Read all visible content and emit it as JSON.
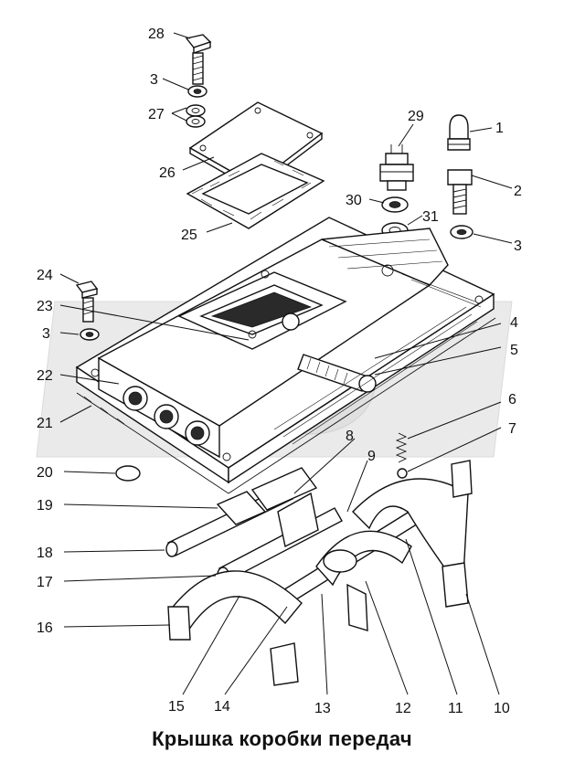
{
  "caption": "Крышка коробки передач",
  "callouts": {
    "n1": "1",
    "n2": "2",
    "n3a": "3",
    "n3b": "3",
    "n3c": "3",
    "n4": "4",
    "n5": "5",
    "n6": "6",
    "n7": "7",
    "n8": "8",
    "n9": "9",
    "n10": "10",
    "n11": "11",
    "n12": "12",
    "n13": "13",
    "n14": "14",
    "n15": "15",
    "n16": "16",
    "n17": "17",
    "n18": "18",
    "n19": "19",
    "n20": "20",
    "n21": "21",
    "n22": "22",
    "n23": "23",
    "n24": "24",
    "n25": "25",
    "n26": "26",
    "n27": "27",
    "n28": "28",
    "n29": "29",
    "n30": "30",
    "n31": "31"
  },
  "colors": {
    "ink": "#111111",
    "watermark": "#d9d9d9",
    "background": "#ffffff"
  }
}
